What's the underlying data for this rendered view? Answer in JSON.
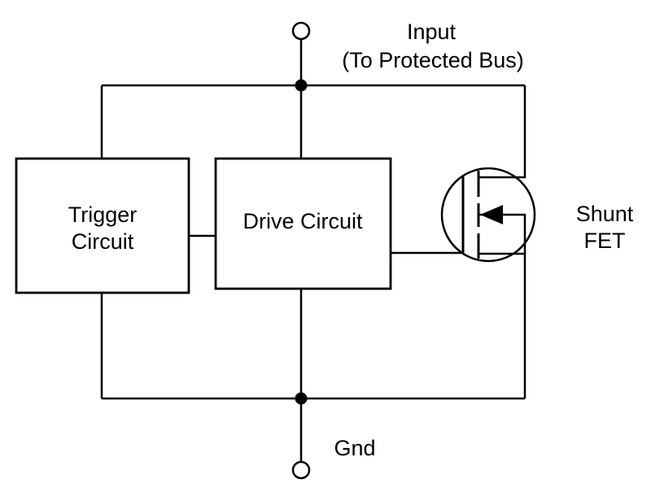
{
  "colors": {
    "stroke": "#000000",
    "text": "#000000",
    "background": "#ffffff"
  },
  "labels": {
    "input_line1": "Input",
    "input_line2": "(To Protected Bus)",
    "trigger_line1": "Trigger",
    "trigger_line2": "Circuit",
    "drive": "Drive Circuit",
    "shunt_line1": "Shunt",
    "shunt_line2": "FET",
    "gnd": "Gnd"
  },
  "components": [
    {
      "name": "input-terminal",
      "type": "open-circle-terminal"
    },
    {
      "name": "trigger-circuit",
      "type": "block"
    },
    {
      "name": "drive-circuit",
      "type": "block"
    },
    {
      "name": "shunt-fet",
      "type": "n-channel-mosfet-symbol"
    },
    {
      "name": "gnd-terminal",
      "type": "open-circle-terminal"
    }
  ]
}
